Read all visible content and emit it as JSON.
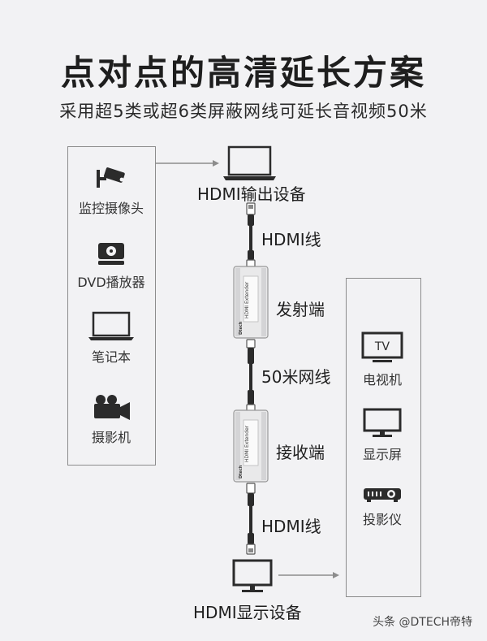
{
  "header": {
    "title": "点对点的高清延长方案",
    "subtitle": "采用超5类或超6类屏蔽网线可延长音视频50米"
  },
  "sources": [
    {
      "label": "监控摄像头",
      "icon": "security-camera-icon"
    },
    {
      "label": "DVD播放器",
      "icon": "dvd-player-icon"
    },
    {
      "label": "笔记本",
      "icon": "laptop-icon"
    },
    {
      "label": "摄影机",
      "icon": "video-camera-icon"
    }
  ],
  "destinations": [
    {
      "label": "电视机",
      "icon": "tv-icon",
      "icon_text": "TV"
    },
    {
      "label": "显示屏",
      "icon": "monitor-icon"
    },
    {
      "label": "投影仪",
      "icon": "projector-icon"
    }
  ],
  "chain": {
    "hdmi_output": "HDMI输出设备",
    "hdmi_cable_1": "HDMI线",
    "transmitter": "发射端",
    "network_cable": "50米网线",
    "receiver": "接收端",
    "hdmi_cable_2": "HDMI线",
    "hdmi_display": "HDMI显示设备"
  },
  "device_text": {
    "brand": "Dtech",
    "model": "HDMI Extender"
  },
  "watermark": "头条 @DTECH帝特",
  "colors": {
    "background": "#f2f2f4",
    "line": "#8c8c8c",
    "icon": "#2b2b2b",
    "device_body": "#e9e9ea"
  }
}
